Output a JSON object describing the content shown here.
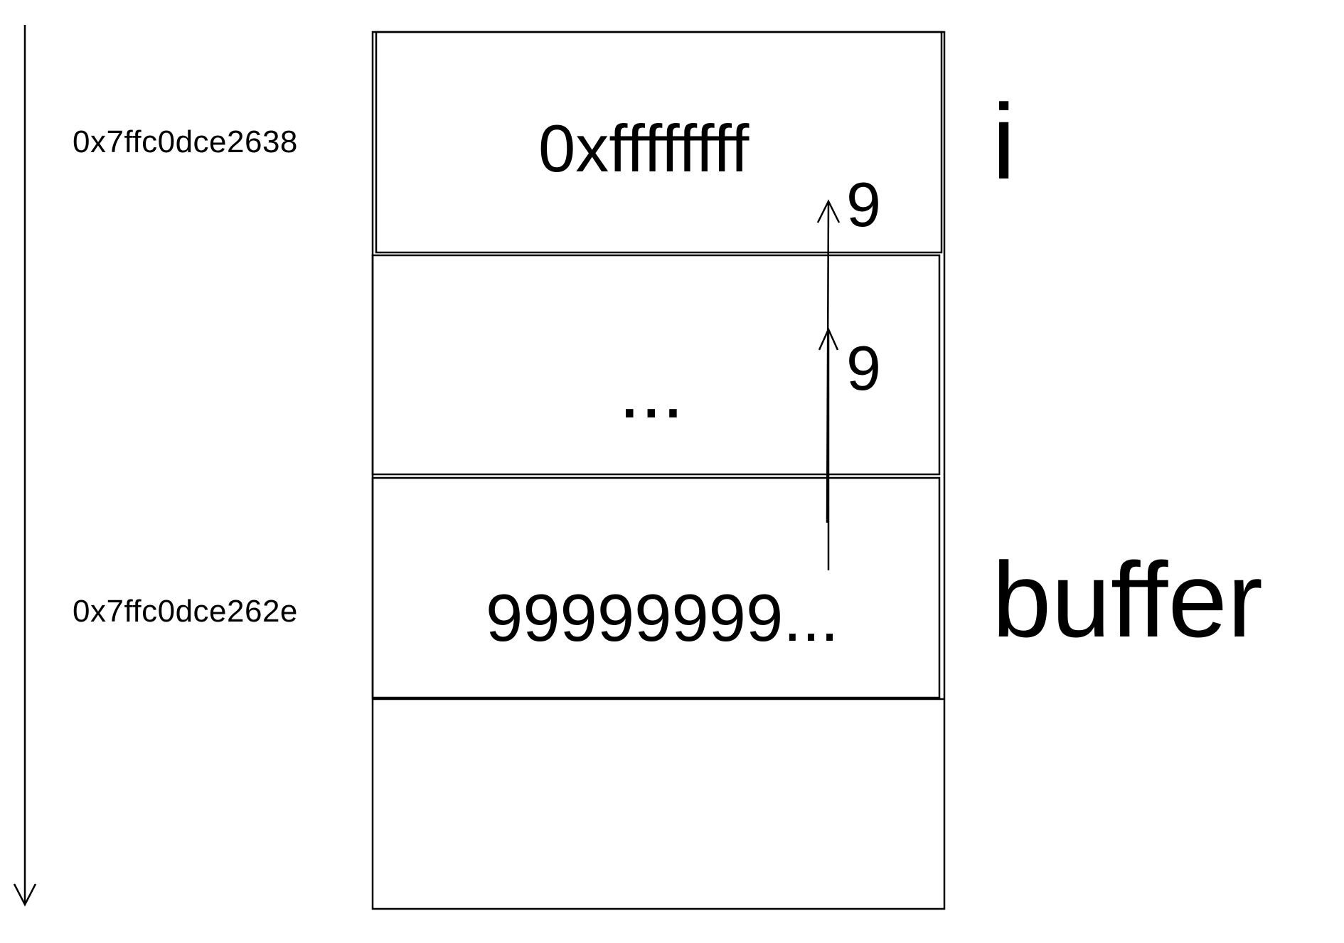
{
  "addresses": {
    "top": "0x7ffc0dce2638",
    "bottom": "0x7ffc0dce262e"
  },
  "cells": {
    "top_value": "0xffffffff",
    "middle_value": "...",
    "bottom_value": "99999999..."
  },
  "steps": {
    "upper": "9",
    "lower": "9"
  },
  "labels": {
    "i": "i",
    "buffer": "buffer"
  },
  "colors": {
    "stroke": "#000000",
    "background": "#ffffff"
  }
}
